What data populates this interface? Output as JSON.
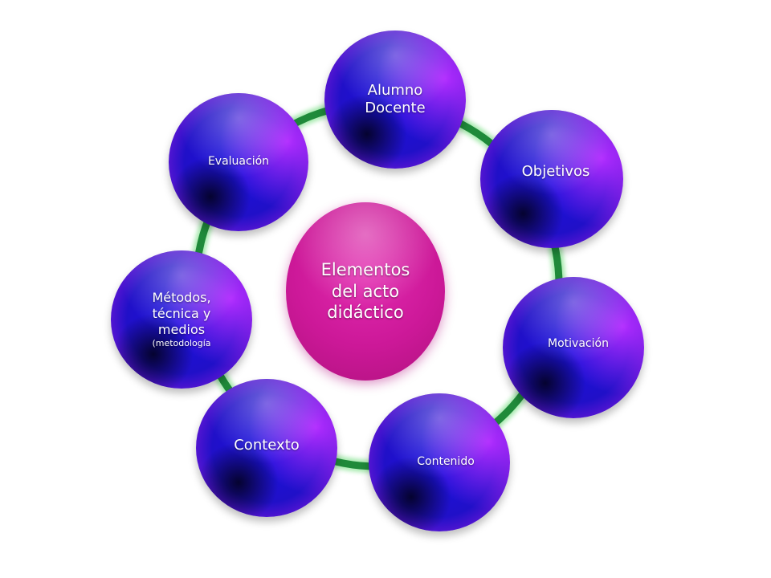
{
  "diagram": {
    "center_label": [
      "Elementos",
      "del acto",
      "didáctico"
    ],
    "nodes": {
      "alumno": [
        "Alumno",
        "Docente"
      ],
      "objetivos": "Objetivos",
      "motivacion": "Motivación",
      "contenido": "Contenido",
      "contexto": "Contexto",
      "metodos": [
        "Métodos,",
        "técnica y",
        "medios",
        "(metodología"
      ],
      "evaluacion": "Evaluación"
    },
    "colors": {
      "ring": "#1f8a3a",
      "ring_glow": "#7fe08a",
      "satellite_main": "#1a12e0",
      "satellite_edge": "#a520e6",
      "center": "#cc1898"
    }
  }
}
